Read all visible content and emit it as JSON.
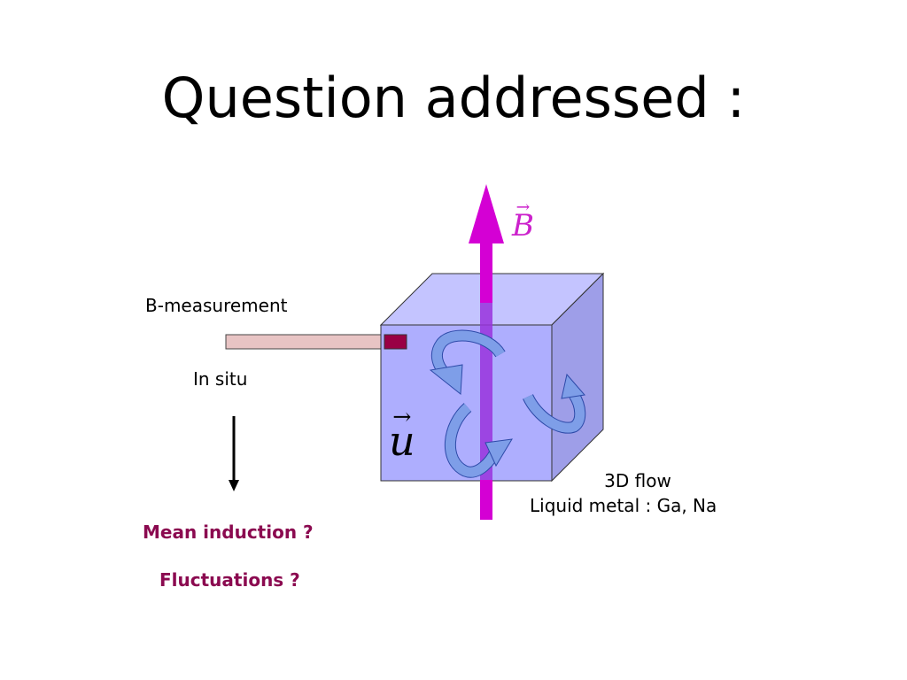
{
  "title": "Question addressed :",
  "labels": {
    "b_measurement": "B-measurement",
    "in_situ": "In situ",
    "flow_line1": "3D flow",
    "flow_line2": "Liquid metal : Ga, Na"
  },
  "questions": {
    "mean_induction": "Mean induction ?",
    "fluctuations": "Fluctuations ?"
  },
  "symbols": {
    "b_vector": "B",
    "u_vector": "u",
    "vector_arrow": "→"
  },
  "colors": {
    "field_arrow": "#d400d4",
    "cube_front": "#aeaefe",
    "cube_top": "#c4c4ff",
    "cube_side": "#9e9ee8",
    "probe_body": "#e8c4c4",
    "probe_tip": "#990044",
    "flow_arrows": "#7e9ee8",
    "question_text": "#8b0a50"
  },
  "icons": {
    "down_arrow": "down-arrow-icon",
    "field_arrow": "magnetic-field-arrow-icon",
    "flow_arrow": "circulation-arrow-icon"
  }
}
